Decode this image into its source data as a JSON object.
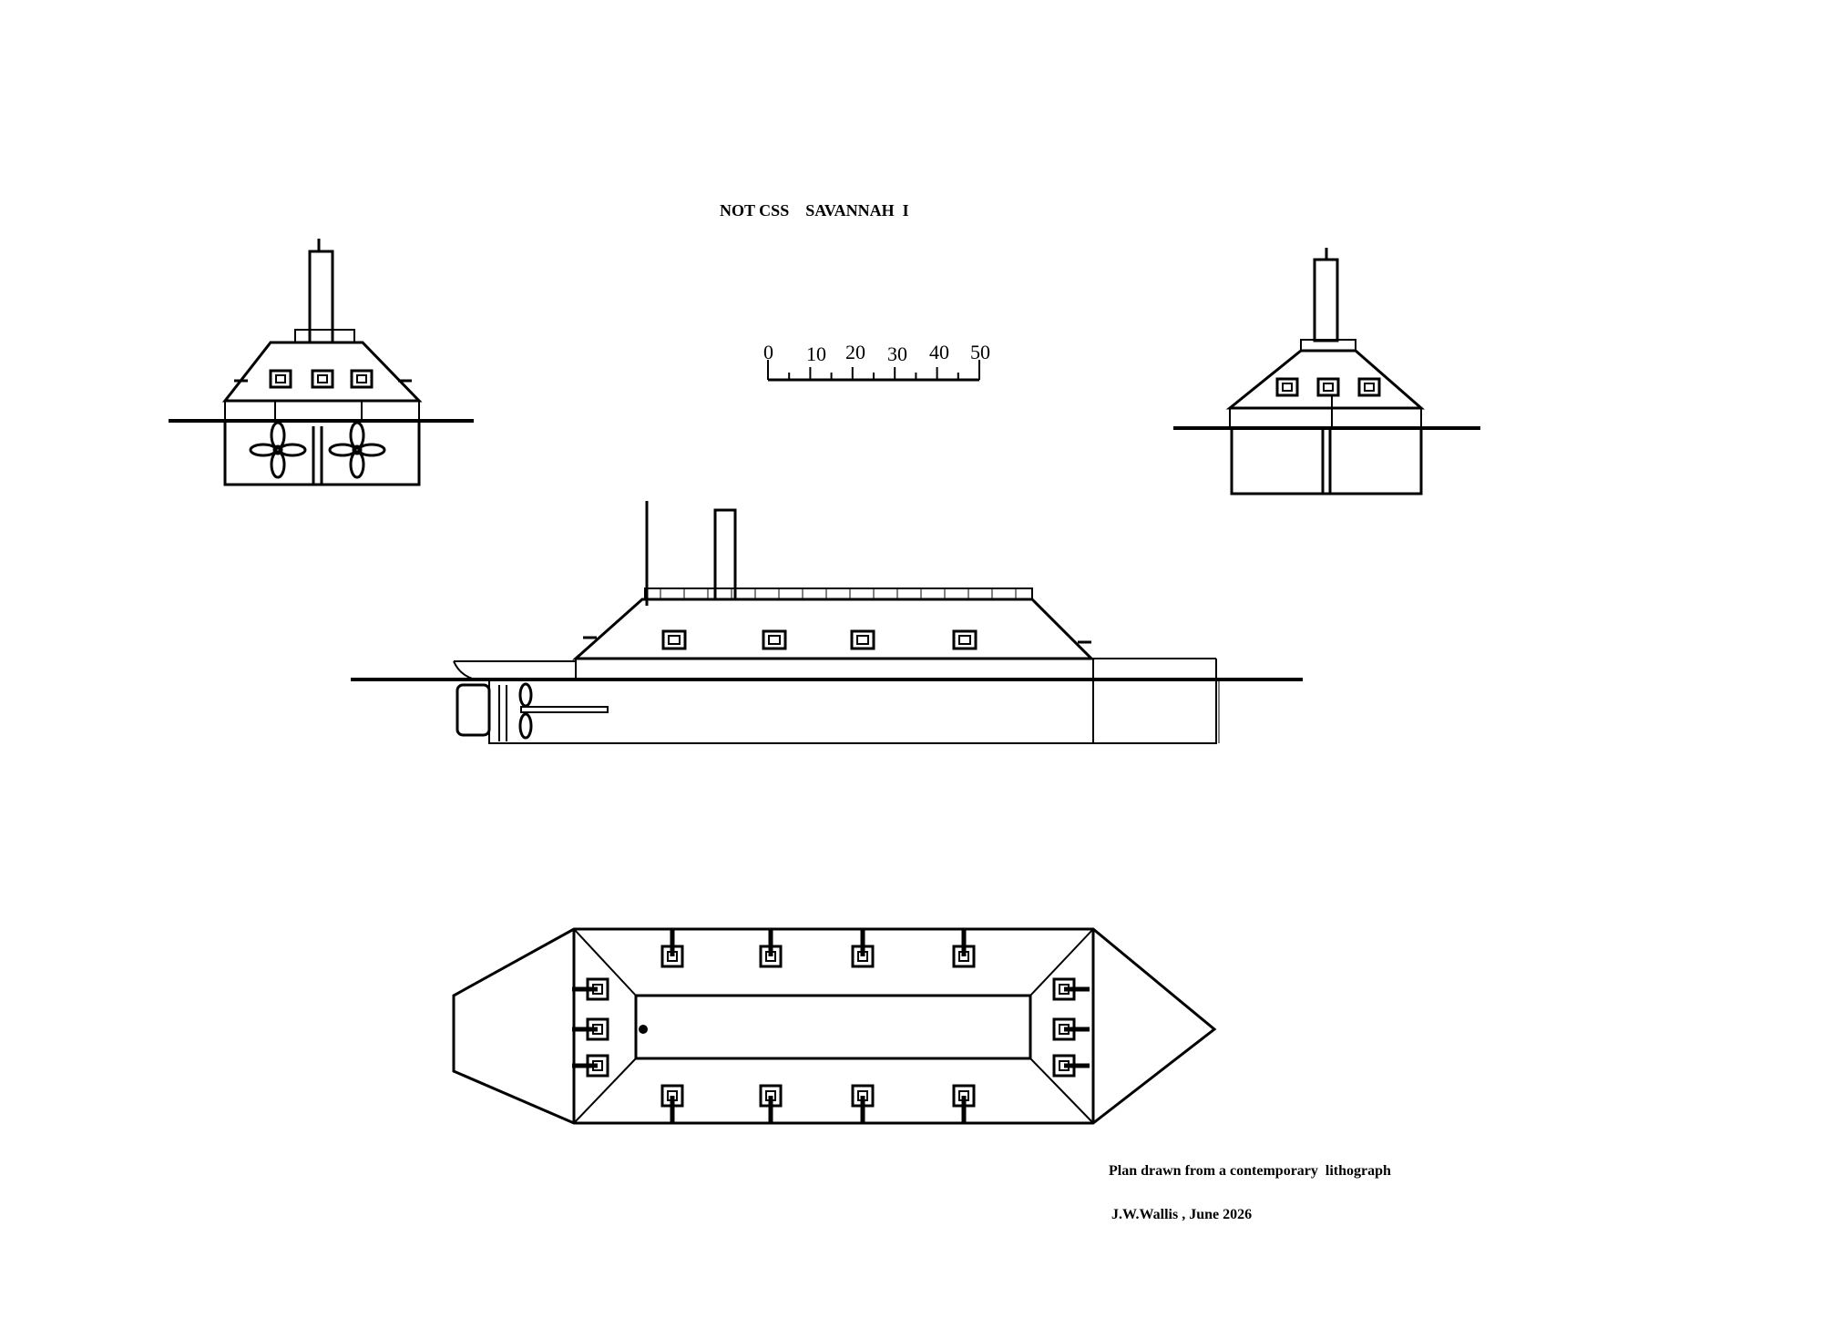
{
  "title": "NOT CSS    SAVANNAH  I",
  "scale": {
    "labels": [
      "0",
      "10",
      "20",
      "30",
      "40",
      "50"
    ]
  },
  "notes": {
    "source": "Plan drawn from a contemporary  lithograph",
    "author": "J.W.Wallis , June 2026"
  }
}
